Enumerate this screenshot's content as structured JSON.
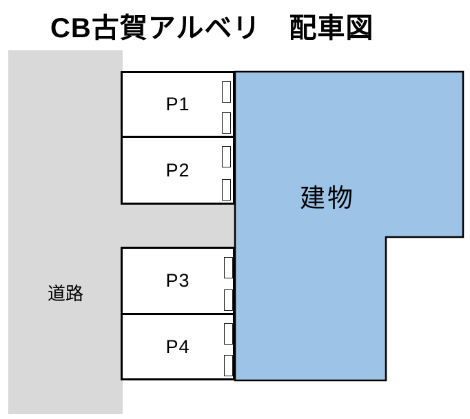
{
  "title": "CB古賀アルベリ　配車図",
  "road": {
    "label": "道路"
  },
  "building": {
    "label": "建物",
    "fill": "#9DC3E6",
    "outline": "#000000"
  },
  "parking": {
    "spots": [
      {
        "label": "P1",
        "door_marker_count": 2
      },
      {
        "label": "P2",
        "door_marker_count": 2
      },
      {
        "label": "P3",
        "door_marker_count": 2
      },
      {
        "label": "P4",
        "door_marker_count": 2
      }
    ]
  },
  "colors": {
    "road_gray": "#D9D9D9",
    "building_blue": "#9DC3E6",
    "outline_black": "#000000",
    "background": "#FFFFFF"
  }
}
